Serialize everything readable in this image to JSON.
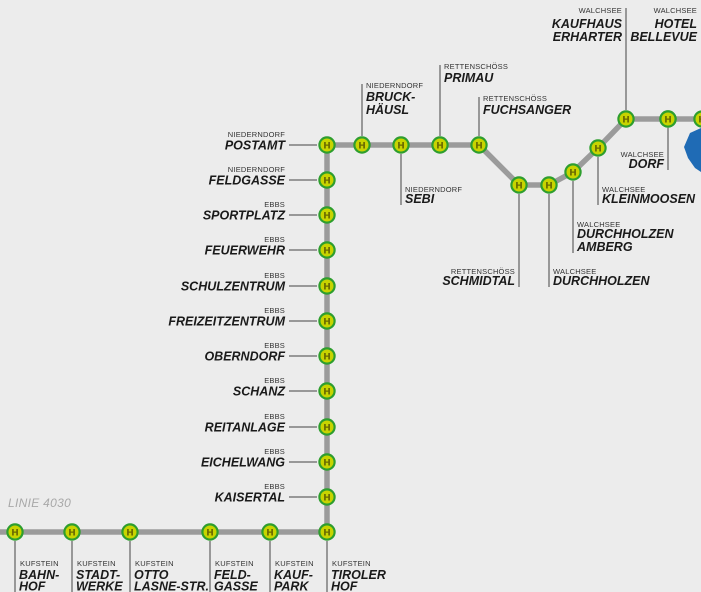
{
  "line_label": "LINIE 4030",
  "colors": {
    "route": "#9b9b9b",
    "stop_fill": "#c8d400",
    "stop_ring": "#2e9e2e",
    "lake": "#1f6bb5",
    "background": "#ececec"
  },
  "stop_icon_letter": "H",
  "stops": [
    {
      "id": "bahnhof",
      "municipality": "KUFSTEIN",
      "lines": [
        "BAHN-",
        "HOF"
      ]
    },
    {
      "id": "stadtwerke",
      "municipality": "KUFSTEIN",
      "lines": [
        "STADT-",
        "WERKE"
      ]
    },
    {
      "id": "otto",
      "municipality": "KUFSTEIN",
      "lines": [
        "OTTO",
        "LASNE-STR."
      ]
    },
    {
      "id": "feldgasse-k",
      "municipality": "KUFSTEIN",
      "lines": [
        "FELD-",
        "GASSE"
      ]
    },
    {
      "id": "kaufpark",
      "municipality": "KUFSTEIN",
      "lines": [
        "KAUF-",
        "PARK"
      ]
    },
    {
      "id": "tiroler",
      "municipality": "KUFSTEIN",
      "lines": [
        "TIROLER",
        "HOF"
      ]
    },
    {
      "id": "kaisertal",
      "municipality": "EBBS",
      "lines": [
        "KAISERTAL"
      ]
    },
    {
      "id": "eichelwang",
      "municipality": "EBBS",
      "lines": [
        "EICHELWANG"
      ]
    },
    {
      "id": "reitanlage",
      "municipality": "EBBS",
      "lines": [
        "REITANLAGE"
      ]
    },
    {
      "id": "schanz",
      "municipality": "EBBS",
      "lines": [
        "SCHANZ"
      ]
    },
    {
      "id": "oberndorf",
      "municipality": "EBBS",
      "lines": [
        "OBERNDORF"
      ]
    },
    {
      "id": "freizeit",
      "municipality": "EBBS",
      "lines": [
        "FREIZEITZENTRUM"
      ]
    },
    {
      "id": "schulzentrum",
      "municipality": "EBBS",
      "lines": [
        "SCHULZENTRUM"
      ]
    },
    {
      "id": "feuerwehr",
      "municipality": "EBBS",
      "lines": [
        "FEUERWEHR"
      ]
    },
    {
      "id": "sportplatz",
      "municipality": "EBBS",
      "lines": [
        "SPORTPLATZ"
      ]
    },
    {
      "id": "feldgasse-n",
      "municipality": "NIEDERNDORF",
      "lines": [
        "FELDGASSE"
      ]
    },
    {
      "id": "postamt",
      "municipality": "NIEDERNDORF",
      "lines": [
        "POSTAMT"
      ]
    },
    {
      "id": "bruckhaeusl",
      "municipality": "NIEDERNDORF",
      "lines": [
        "BRUCK-",
        "HÄUSL"
      ]
    },
    {
      "id": "sebi",
      "municipality": "NIEDERNDORF",
      "lines": [
        "SEBI"
      ]
    },
    {
      "id": "primau",
      "municipality": "RETTENSCHÖSS",
      "lines": [
        "PRIMAU"
      ]
    },
    {
      "id": "fuchsanger",
      "municipality": "RETTENSCHÖSS",
      "lines": [
        "FUCHSANGER"
      ]
    },
    {
      "id": "schmidtal",
      "municipality": "RETTENSCHÖSS",
      "lines": [
        "SCHMIDTAL"
      ]
    },
    {
      "id": "durchholzen",
      "municipality": "WALCHSEE",
      "lines": [
        "DURCHHOLZEN"
      ]
    },
    {
      "id": "amberg",
      "municipality": "WALCHSEE",
      "lines": [
        "DURCHHOLZEN",
        "AMBERG"
      ]
    },
    {
      "id": "kleinmoosen",
      "municipality": "WALCHSEE",
      "lines": [
        "KLEINMOOSEN"
      ]
    },
    {
      "id": "dorf",
      "municipality": "WALCHSEE",
      "lines": [
        "DORF"
      ]
    },
    {
      "id": "kaufhaus",
      "municipality": "WALCHSEE",
      "lines": [
        "KAUFHAUS",
        "ERHARTER"
      ]
    },
    {
      "id": "bellevue",
      "municipality": "WALCHSEE",
      "lines": [
        "HOTEL",
        "BELLEVUE"
      ]
    },
    {
      "id": "unlabeled-end",
      "municipality": "",
      "lines": []
    }
  ]
}
